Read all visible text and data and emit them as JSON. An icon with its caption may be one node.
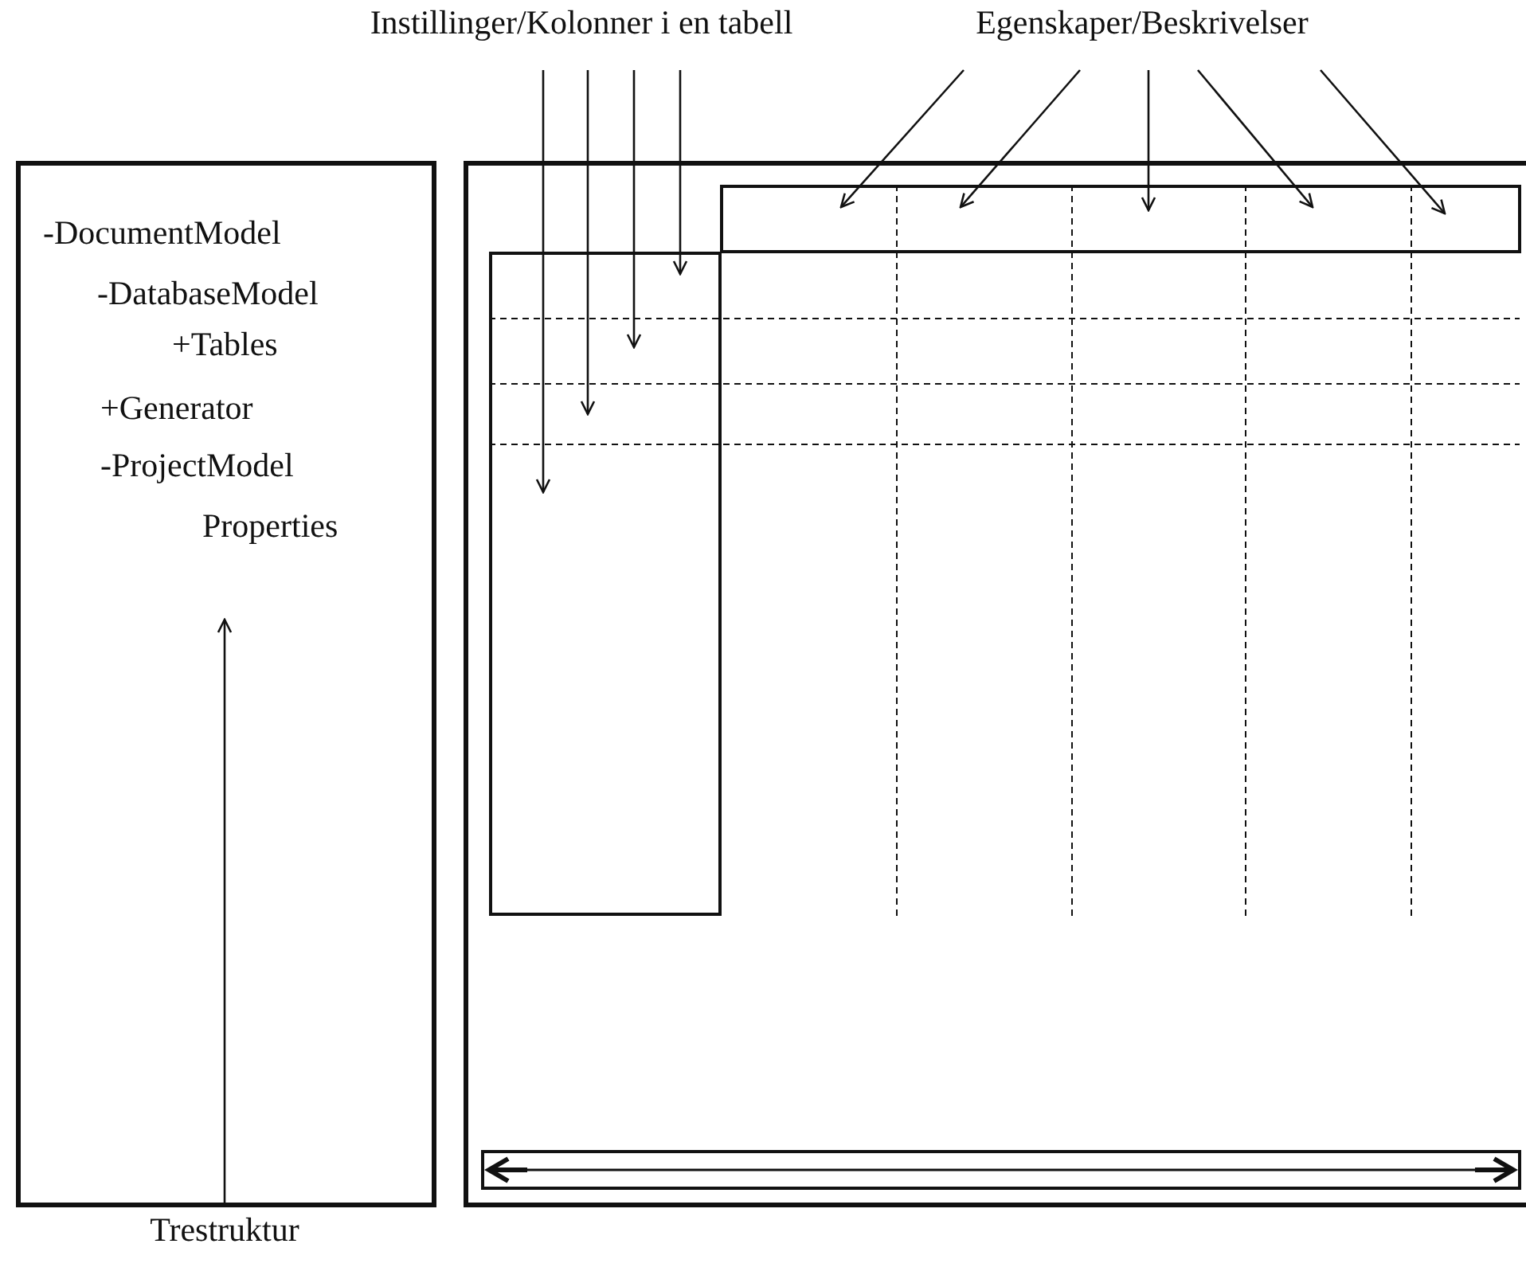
{
  "diagram": {
    "nodes": [
      {
        "text": [
          "Instillinger/Kolonner i en tabell"
        ]
      },
      {
        "text": [
          "Egenskaper/Beskrivelser"
        ]
      },
      {
        "text": [
          "-DocumentModel",
          "-DatabaseModel",
          "+Tables",
          "+Generator",
          "-ProjectModel",
          "Properties"
        ]
      },
      {
        "text": [],
        "shape": "box"
      },
      {
        "text": [],
        "shape": "box",
        "in": 3
      },
      {
        "text": [],
        "shape": "box",
        "in": 3
      },
      {
        "text": [],
        "shape": "bar",
        "in": 3
      },
      {
        "text": [
          "Trestruktur"
        ]
      }
    ],
    "edges": [
      {
        "from": 0,
        "to": 5,
        "arrow": "to"
      },
      {
        "from": 0,
        "to": 5,
        "arrow": "to"
      },
      {
        "from": 0,
        "to": 5,
        "arrow": "to"
      },
      {
        "from": 0,
        "to": 5,
        "arrow": "to"
      },
      {
        "from": 1,
        "to": 4,
        "arrow": "to"
      },
      {
        "from": 1,
        "to": 4,
        "arrow": "to"
      },
      {
        "from": 1,
        "to": 4,
        "arrow": "to"
      },
      {
        "from": 1,
        "to": 4,
        "arrow": "to"
      },
      {
        "from": 1,
        "to": 4,
        "arrow": "to"
      },
      {
        "from": 7,
        "to": 2,
        "arrow": "to"
      }
    ]
  }
}
